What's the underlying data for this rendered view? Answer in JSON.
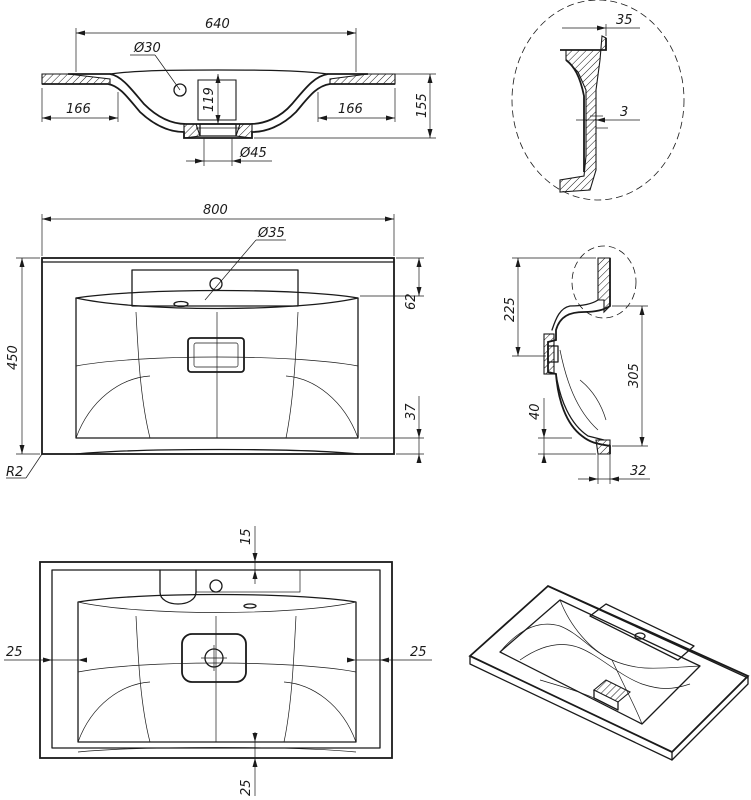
{
  "drawing": {
    "title": "",
    "views": [
      "section-front",
      "detail-rim",
      "top-plan",
      "section-side",
      "underside-plan",
      "isometric"
    ]
  },
  "dimensions": {
    "section_front": {
      "width_outer": "640",
      "hole_diameter": "Ø30",
      "height_bowl": "119",
      "height_total": "155",
      "edge_left": "166",
      "edge_right": "166",
      "drain_diameter": "Ø45"
    },
    "detail": {
      "rim_width": "35",
      "wall": "3"
    },
    "plan": {
      "width": "800",
      "depth": "450",
      "tap_hole": "Ø35",
      "back_offset": "62",
      "front_offset": "37",
      "corner_radius": "R2"
    },
    "side": {
      "height_upper": "225",
      "height_bowl": "305",
      "drain_height": "40",
      "drain_offset": "32"
    },
    "underside": {
      "top_offset": "15",
      "left_offset": "25",
      "right_offset": "25",
      "bottom_offset": "25"
    }
  }
}
